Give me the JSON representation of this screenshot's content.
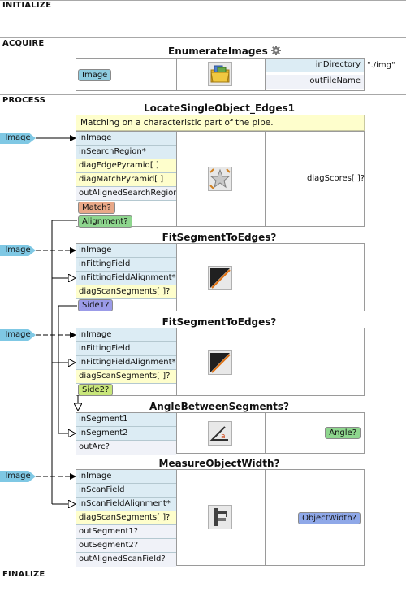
{
  "sections": {
    "initialize": "INITIALIZE",
    "acquire": "ACQUIRE",
    "process": "PROCESS",
    "finalize": "FINALIZE"
  },
  "enumerate": {
    "title": "EnumerateImages",
    "gear_icon": "gear-icon",
    "output": "Image",
    "in_directory_label": "inDirectory",
    "in_directory_value": "\"./img\"",
    "out_filename_label": "outFileName"
  },
  "locate": {
    "title": "LocateSingleObject_Edges1",
    "description": "Matching on a characteristic part of the pipe.",
    "external_input": "Image",
    "ports": [
      "inImage",
      "inSearchRegion*",
      "diagEdgePyramid[ ]",
      "diagMatchPyramid[ ]",
      "outAlignedSearchRegion"
    ],
    "match": "Match?",
    "alignment": "Alignment?",
    "right_output": "diagScores[ ]?"
  },
  "fit1": {
    "title": "FitSegmentToEdges?",
    "external_input": "Image",
    "ports": [
      "inImage",
      "inFittingField",
      "inFittingFieldAlignment*",
      "diagScanSegments[ ]?"
    ],
    "output": "Side1?"
  },
  "fit2": {
    "title": "FitSegmentToEdges?",
    "external_input": "Image",
    "ports": [
      "inImage",
      "inFittingField",
      "inFittingFieldAlignment*",
      "diagScanSegments[ ]?"
    ],
    "output": "Side2?"
  },
  "angle": {
    "title": "AngleBetweenSegments?",
    "ports": [
      "inSegment1",
      "inSegment2",
      "outArc?"
    ],
    "output": "Angle?"
  },
  "measure": {
    "title": "MeasureObjectWidth?",
    "external_input": "Image",
    "ports": [
      "inImage",
      "inScanField",
      "inScanFieldAlignment*",
      "diagScanSegments[ ]?",
      "outSegment1?",
      "outSegment2?",
      "outAlignedScanField?"
    ],
    "output": "ObjectWidth?"
  },
  "colors": {
    "input_row": "#dcecf4",
    "diag_row": "#fefecc",
    "output_row": "#f0f2f8",
    "image_tag": "#8fcce0",
    "bool_tag": "#8ed68e",
    "segment_tag": "#9b9be8",
    "real_tag": "#8fa8e8",
    "match_tag": "#e8a888"
  }
}
